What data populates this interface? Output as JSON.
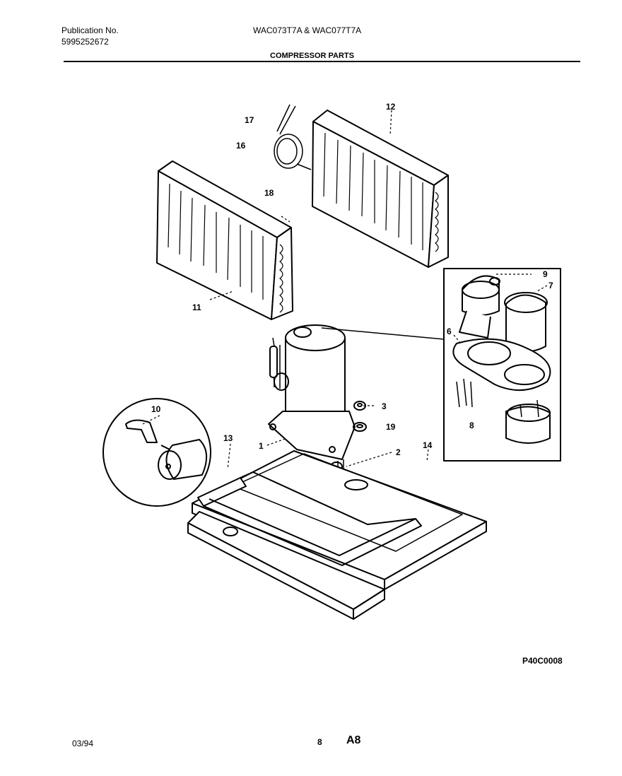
{
  "header": {
    "publication_label": "Publication No.",
    "publication_number": "5995252672",
    "models": "WAC073T7A & WAC077T7A",
    "section_title": "COMPRESSOR PARTS"
  },
  "callouts": [
    "1",
    "2",
    "3",
    "6",
    "7",
    "8",
    "9",
    "10",
    "11",
    "12",
    "13",
    "14",
    "16",
    "17",
    "18",
    "19"
  ],
  "figure_code": "P40C0008",
  "footer": {
    "date": "03/94",
    "page_number": "8",
    "page_code": "A8"
  }
}
